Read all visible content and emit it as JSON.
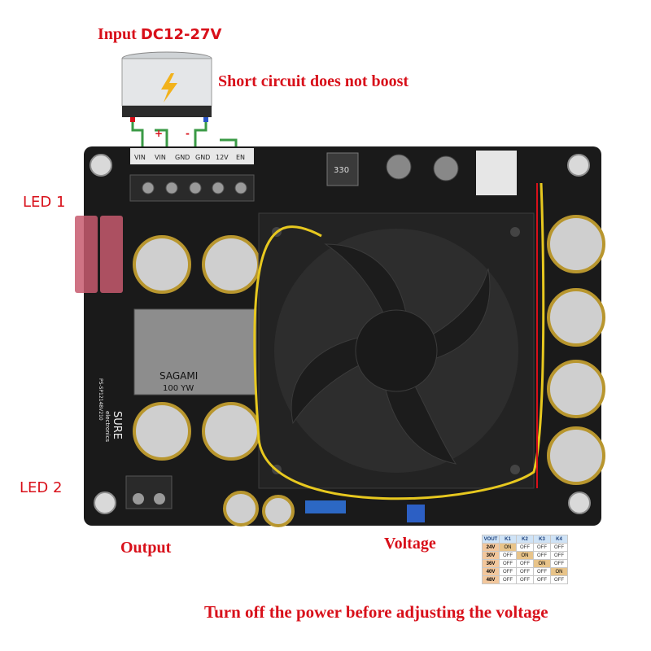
{
  "labels": {
    "input_word": "Input",
    "input_range": "DC12-27V",
    "short_circuit": "Short circuit does not boost",
    "led1": "LED 1",
    "led2": "LED 2",
    "output": "Output",
    "voltage": "Voltage",
    "warning": "Turn off the power before adjusting the voltage"
  },
  "board": {
    "terminals": [
      "VIN",
      "VIN",
      "GND",
      "GND",
      "12V",
      "EN"
    ],
    "polarity_plus": "+",
    "polarity_minus": "-",
    "brand": "SURE",
    "brand_sub": "electronics",
    "model": "PS-SP12148V210",
    "transformer": "SAGAMI",
    "transformer_sub": "100 YW",
    "inductor": "330"
  },
  "voltage_table": {
    "header": [
      "VOUT",
      "K1",
      "K2",
      "K3",
      "K4"
    ],
    "rows": [
      [
        "24V",
        "ON",
        "OFF",
        "OFF",
        "OFF"
      ],
      [
        "30V",
        "OFF",
        "ON",
        "OFF",
        "OFF"
      ],
      [
        "36V",
        "OFF",
        "OFF",
        "ON",
        "OFF"
      ],
      [
        "40V",
        "OFF",
        "OFF",
        "OFF",
        "ON"
      ],
      [
        "48V",
        "OFF",
        "OFF",
        "OFF",
        "OFF"
      ]
    ]
  },
  "colors": {
    "label_red": "#d8101a",
    "pcb": "#1a1a1a",
    "fan": "#232323",
    "cap_gold": "#b8962e"
  }
}
